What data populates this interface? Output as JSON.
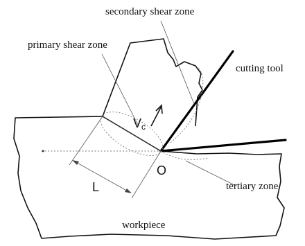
{
  "labels": {
    "secondary_shear_zone": "secondary shear zone",
    "primary_shear_zone": "primary shear zone",
    "cutting_tool": "cutting tool",
    "velocity_main": "V",
    "velocity_sub": "c",
    "origin": "O",
    "length": "L",
    "tertiary_zone": "tertiary zone",
    "workpiece": "workpiece"
  },
  "colors": {
    "ink": "#111111",
    "tool": "#000000",
    "background": "#ffffff"
  }
}
